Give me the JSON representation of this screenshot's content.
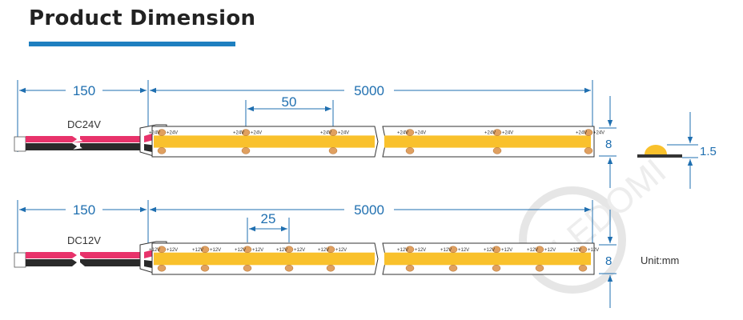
{
  "title": "Product Dimension",
  "strip_24v": {
    "lead_length": "150",
    "strip_length": "5000",
    "pitch": "50",
    "supply_label": "DC24V",
    "pad_label": "+24V",
    "width": "8",
    "profile_height": "1.5"
  },
  "strip_12v": {
    "lead_length": "150",
    "strip_length": "5000",
    "pitch": "25",
    "supply_label": "DC12V",
    "pad_label": "+12V",
    "width": "8",
    "unit_label": "Unit:mm"
  },
  "watermark": "LEDOMI",
  "colors": {
    "accent": "#1e7fc0",
    "dimension": "#1f6fb0",
    "strip": "#f9c12c",
    "pad": "#e0a060",
    "wire_red": "#e8336b",
    "wire_black": "#2a2a2a"
  }
}
